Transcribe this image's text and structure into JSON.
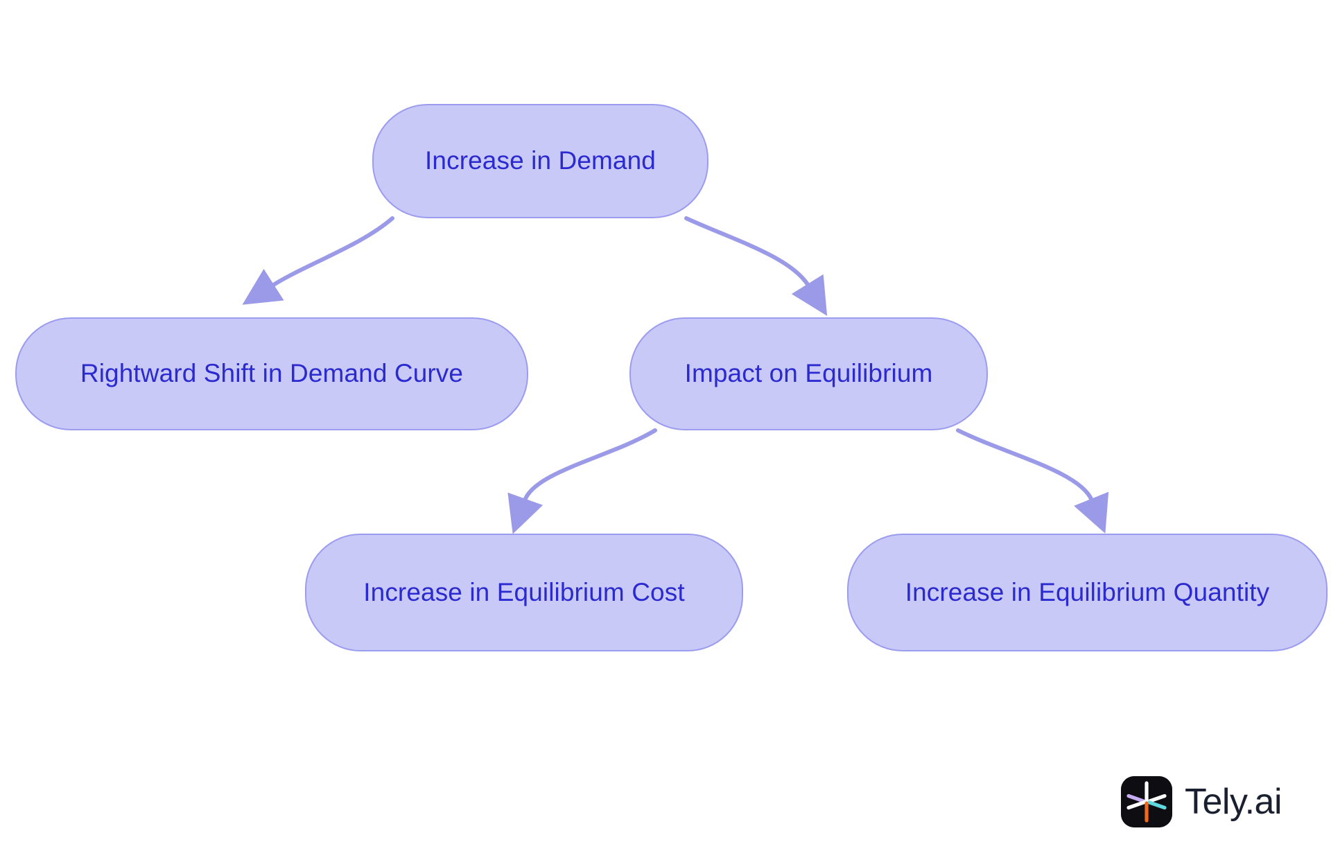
{
  "diagram": {
    "type": "flowchart",
    "direction": "top-down",
    "background_color": "#ffffff",
    "node_fill": "#c9c9f8",
    "node_stroke": "#9b9bf0",
    "node_text_color": "#2a2ad0",
    "edge_color": "#9a9ae8",
    "nodes": [
      {
        "id": "root",
        "label": "Increase in Demand",
        "level": 0
      },
      {
        "id": "rightward",
        "label": "Rightward Shift in Demand Curve",
        "level": 1
      },
      {
        "id": "equilibrium",
        "label": "Impact on Equilibrium",
        "level": 1
      },
      {
        "id": "cost",
        "label": "Increase in Equilibrium Cost",
        "level": 2
      },
      {
        "id": "quantity",
        "label": "Increase in Equilibrium Quantity",
        "level": 2
      }
    ],
    "edges": [
      {
        "from": "root",
        "to": "rightward",
        "style": "curved",
        "arrow": "triangle"
      },
      {
        "from": "root",
        "to": "equilibrium",
        "style": "curved",
        "arrow": "triangle"
      },
      {
        "from": "equilibrium",
        "to": "cost",
        "style": "curved",
        "arrow": "triangle"
      },
      {
        "from": "equilibrium",
        "to": "quantity",
        "style": "curved",
        "arrow": "triangle"
      }
    ]
  },
  "brand": {
    "name": "Tely.ai",
    "mark_background": "#0d0d12",
    "mark_colors": {
      "white": "#ffffff",
      "orange": "#f2681a",
      "cyan": "#5fd8e0",
      "lavender": "#c6aef0"
    }
  }
}
